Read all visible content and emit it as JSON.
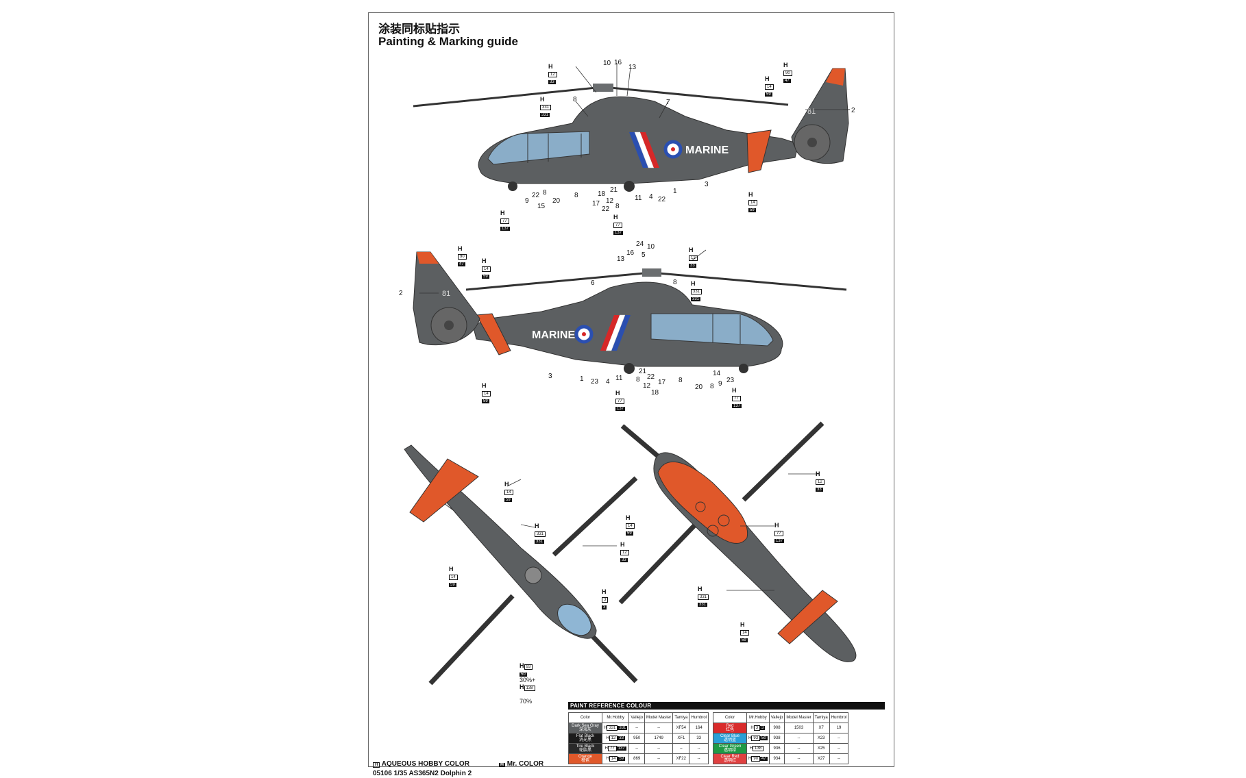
{
  "header": {
    "title_cn": "涂装同标贴指示",
    "title_en": "Painting & Marking guide"
  },
  "aircraft": {
    "marking": "MARINE",
    "tail_number": "81"
  },
  "callouts": {
    "side1": [
      "10",
      "16",
      "13",
      "8",
      "7",
      "2",
      "22",
      "8",
      "9",
      "15",
      "20",
      "8",
      "18",
      "17",
      "22",
      "21",
      "12",
      "11",
      "8",
      "4",
      "22",
      "1",
      "3"
    ],
    "side2": [
      "24",
      "10",
      "16",
      "5",
      "13",
      "8",
      "6",
      "2",
      "3",
      "1",
      "23",
      "4",
      "11",
      "8",
      "21",
      "12",
      "22",
      "17",
      "18",
      "8",
      "20",
      "8",
      "9",
      "14",
      "23"
    ]
  },
  "hcodes": {
    "s1_a": {
      "h": "12",
      "m": "33"
    },
    "s1_b": {
      "h": "331",
      "m": "331"
    },
    "s1_c": {
      "h": "77",
      "m": "137"
    },
    "s1_d": {
      "h": "77",
      "m": "137"
    },
    "s1_e": {
      "h": "90",
      "m": "47"
    },
    "s1_f": {
      "h": "14",
      "m": "59"
    },
    "s1_g": {
      "h": "14",
      "m": "59"
    },
    "s2_a": {
      "h": "90",
      "m": "47"
    },
    "s2_b": {
      "h": "14",
      "m": "59"
    },
    "s2_c": {
      "h": "12",
      "m": "33"
    },
    "s2_d": {
      "h": "331",
      "m": "331"
    },
    "s2_e": {
      "h": "14",
      "m": "59"
    },
    "s2_f": {
      "h": "77",
      "m": "137"
    },
    "s2_g": {
      "h": "77",
      "m": "137"
    },
    "t_a": {
      "h": "14",
      "m": "59"
    },
    "t_b": {
      "h": "331",
      "m": "331"
    },
    "t_c": {
      "h": "12",
      "m": "33"
    },
    "t_d": {
      "h": "14",
      "m": "59"
    },
    "t_e": {
      "h": "3",
      "m": "3"
    },
    "t_f1": {
      "h": "93",
      "m": "50"
    },
    "t_f2": {
      "h": "138",
      "m": ""
    },
    "b_a": {
      "h": "12",
      "m": "33"
    },
    "b_b": {
      "h": "14",
      "m": "59"
    },
    "b_c": {
      "h": "77",
      "m": "137"
    },
    "b_d": {
      "h": "331",
      "m": "331"
    },
    "b_e": {
      "h": "14",
      "m": "59"
    }
  },
  "canopy_note": {
    "pct1": "30%+",
    "pct2": "70%"
  },
  "paint_table": {
    "title": "PAINT  REFERENCE COLOUR",
    "headers": [
      "Color",
      "Mr.Hobby",
      "Vallejo",
      "Model Master",
      "Tamiya",
      "Humbrol"
    ],
    "left": [
      {
        "name": "Dark Sea Gray",
        "cn": "深海灰",
        "h": "331",
        "m": "331",
        "vallejo": "--",
        "model_master": "--",
        "tamiya": "XF54",
        "humbrol": "164",
        "color": "#5c5f61"
      },
      {
        "name": "Flat Black",
        "cn": "消光黑",
        "h": "12",
        "m": "33",
        "vallejo": "950",
        "model_master": "1749",
        "tamiya": "XF1",
        "humbrol": "33",
        "color": "#1c1c1c"
      },
      {
        "name": "Tire Black",
        "cn": "轮胎黑",
        "h": "77",
        "m": "137",
        "vallejo": "--",
        "model_master": "--",
        "tamiya": "--",
        "humbrol": "--",
        "color": "#2a2a2a"
      },
      {
        "name": "Orange",
        "cn": "橙色",
        "h": "14",
        "m": "59",
        "vallejo": "869",
        "model_master": "--",
        "tamiya": "XF22",
        "humbrol": "--",
        "color": "#e0582a"
      }
    ],
    "right": [
      {
        "name": "Red",
        "cn": "红色",
        "h": "3",
        "m": "3",
        "vallejo": "908",
        "model_master": "1503",
        "tamiya": "X7",
        "humbrol": "19",
        "color": "#d92b2b"
      },
      {
        "name": "Clear Blue",
        "cn": "透明蓝",
        "h": "93",
        "m": "50",
        "vallejo": "938",
        "model_master": "--",
        "tamiya": "X23",
        "humbrol": "--",
        "color": "#2a9fd6"
      },
      {
        "name": "Clear Green",
        "cn": "透明绿",
        "h": "138",
        "m": "",
        "vallejo": "936",
        "model_master": "--",
        "tamiya": "X25",
        "humbrol": "--",
        "color": "#1f9a45"
      },
      {
        "name": "Clear Red",
        "cn": "透明红",
        "h": "90",
        "m": "47",
        "vallejo": "934",
        "model_master": "--",
        "tamiya": "X27",
        "humbrol": "--",
        "color": "#e04040"
      }
    ]
  },
  "legend": {
    "h_label": "AQUEOUS HOBBY COLOR",
    "m_label": "Mr. COLOR"
  },
  "footer": {
    "text": "05106 1/35 AS365N2 Dolphin 2"
  }
}
